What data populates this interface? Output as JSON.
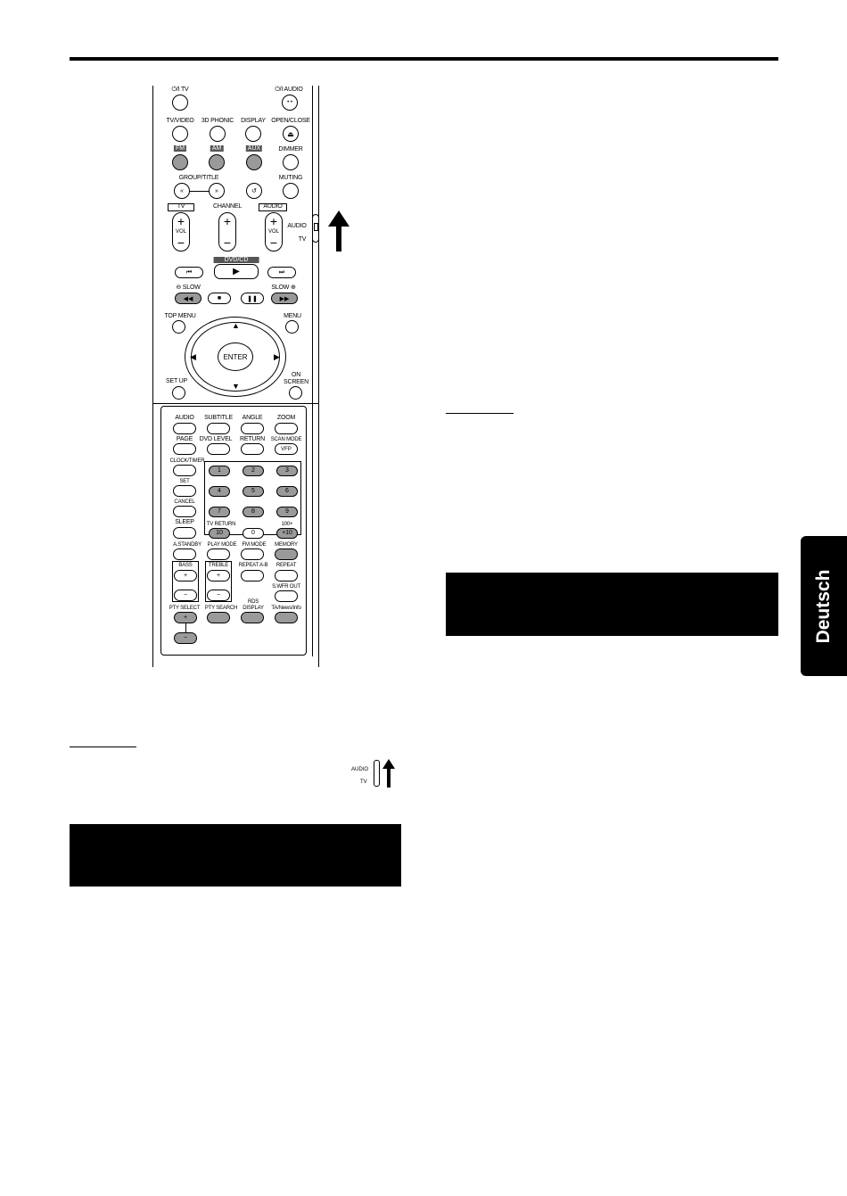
{
  "language_tab": "Deutsch",
  "remote": {
    "row1": {
      "tv_power": "⏻/I TV",
      "audio_power": "⏻/I AUDIO"
    },
    "row2": {
      "tv_video": "TV/VIDEO",
      "phonic": "3D PHONIC",
      "display": "DISPLAY",
      "open_close": "OPEN/CLOSE"
    },
    "row3": {
      "fm": "FM",
      "am": "AM",
      "aux": "AUX",
      "dimmer": "DIMMER"
    },
    "row4": {
      "group_title": "GROUP/TITLE",
      "muting": "MUTING"
    },
    "row5": {
      "tv": "TV",
      "channel": "CHANNEL",
      "audio": "AUDIO",
      "vol": "VOL",
      "switch_audio": "AUDIO",
      "switch_tv": "TV"
    },
    "row6": {
      "dvd_cd": "DVD/CD"
    },
    "row7": {
      "slow_minus": "⊖ SLOW",
      "slow_plus": "SLOW ⊕"
    },
    "row8": {
      "top_menu": "TOP MENU",
      "menu": "MENU",
      "enter": "ENTER",
      "set_up": "SET UP",
      "on_screen_1": "ON",
      "on_screen_2": "SCREEN"
    },
    "lower": {
      "audio": "AUDIO",
      "subtitle": "SUBTITLE",
      "angle": "ANGLE",
      "zoom": "ZOOM",
      "page": "PAGE",
      "dvd_level": "DVD LEVEL",
      "return": "RETURN",
      "scan_mode": "SCAN MODE",
      "vfp": "VFP",
      "clock_timer": "CLOCK/TIMER",
      "set": "SET",
      "cancel": "CANCEL",
      "sleep": "SLEEP",
      "tv_return": "TV RETURN",
      "hundred_plus": "100+",
      "n1": "1",
      "n2": "2",
      "n3": "3",
      "n4": "4",
      "n5": "5",
      "n6": "6",
      "n7": "7",
      "n8": "8",
      "n9": "9",
      "n10": "10",
      "n0": "0",
      "nplus10": "+10",
      "a_standby": "A.STANDBY",
      "play_mode": "PLAY MODE",
      "fm_mode": "FM MODE",
      "memory": "MEMORY",
      "bass": "BASS",
      "treble": "TREBLE",
      "repeat_ab": "REPEAT A-B",
      "repeat": "REPEAT",
      "swfr_out": "S.WFR OUT",
      "pty_select": "PTY SELECT",
      "pty_search": "PTY SEARCH",
      "rds_1": "RDS",
      "rds_2": "DISPLAY",
      "ta_news": "TA/News/Info"
    }
  },
  "small_switch": {
    "audio": "AUDIO",
    "tv": "TV"
  }
}
